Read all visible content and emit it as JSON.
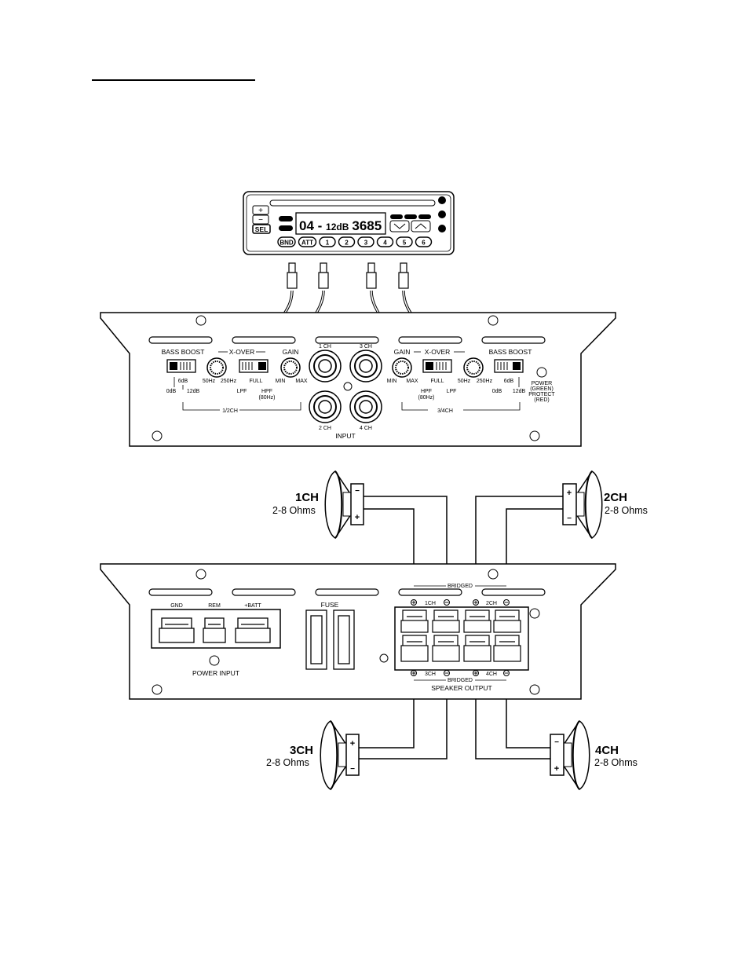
{
  "head_unit": {
    "plus_label": "+",
    "minus_label": "−",
    "sel_label": "SEL",
    "display_left": "04 - ",
    "display_unit": "12dB",
    "display_right": "3685",
    "presets": [
      "BND",
      "ATT",
      "1",
      "2",
      "3",
      "4",
      "5",
      "6"
    ]
  },
  "amp_top": {
    "left": {
      "bass_boost": "BASS BOOST",
      "xover": "X-OVER",
      "gain": "GAIN",
      "bb_0": "0dB",
      "bb_6": "6dB",
      "bb_12": "12dB",
      "f_50": "50Hz",
      "f_250": "250Hz",
      "lpf": "LPF",
      "full": "FULL",
      "hpf": "HPF",
      "hpf_80": "(80Hz)",
      "min": "MIN",
      "max": "MAX",
      "group": "1/2CH"
    },
    "right": {
      "bass_boost": "BASS BOOST",
      "xover": "X-OVER",
      "gain": "GAIN",
      "bb_0": "0dB",
      "bb_6": "6dB",
      "bb_12": "12dB",
      "f_50": "50Hz",
      "f_250": "250Hz",
      "lpf": "LPF",
      "full": "FULL",
      "hpf": "HPF",
      "hpf_80": "(80Hz)",
      "min": "MIN",
      "max": "MAX",
      "group": "3/4CH"
    },
    "inputs": [
      "1 CH",
      "3 CH",
      "2 CH",
      "4 CH"
    ],
    "input_label": "INPUT",
    "power_lines": [
      "POWER",
      "(GREEN)",
      "PROTECT",
      "(RED)"
    ]
  },
  "amp_bottom": {
    "gnd": "GND",
    "rem": "REM",
    "batt": "+BATT",
    "power_input": "POWER INPUT",
    "fuse": "FUSE",
    "bridged_top": "BRIDGED",
    "bridged_bottom": "BRIDGED",
    "ch1": "1CH",
    "ch2": "2CH",
    "ch3": "3CH",
    "ch4": "4CH",
    "speaker_output": "SPEAKER OUTPUT"
  },
  "speakers": [
    {
      "name": "1CH",
      "ohms": "2-8 Ohms",
      "top_sign": "−",
      "bottom_sign": "+"
    },
    {
      "name": "2CH",
      "ohms": "2-8 Ohms",
      "top_sign": "+",
      "bottom_sign": "−"
    },
    {
      "name": "3CH",
      "ohms": "2-8 Ohms",
      "top_sign": "+",
      "bottom_sign": "−"
    },
    {
      "name": "4CH",
      "ohms": "2-8 Ohms",
      "top_sign": "−",
      "bottom_sign": "+"
    }
  ]
}
